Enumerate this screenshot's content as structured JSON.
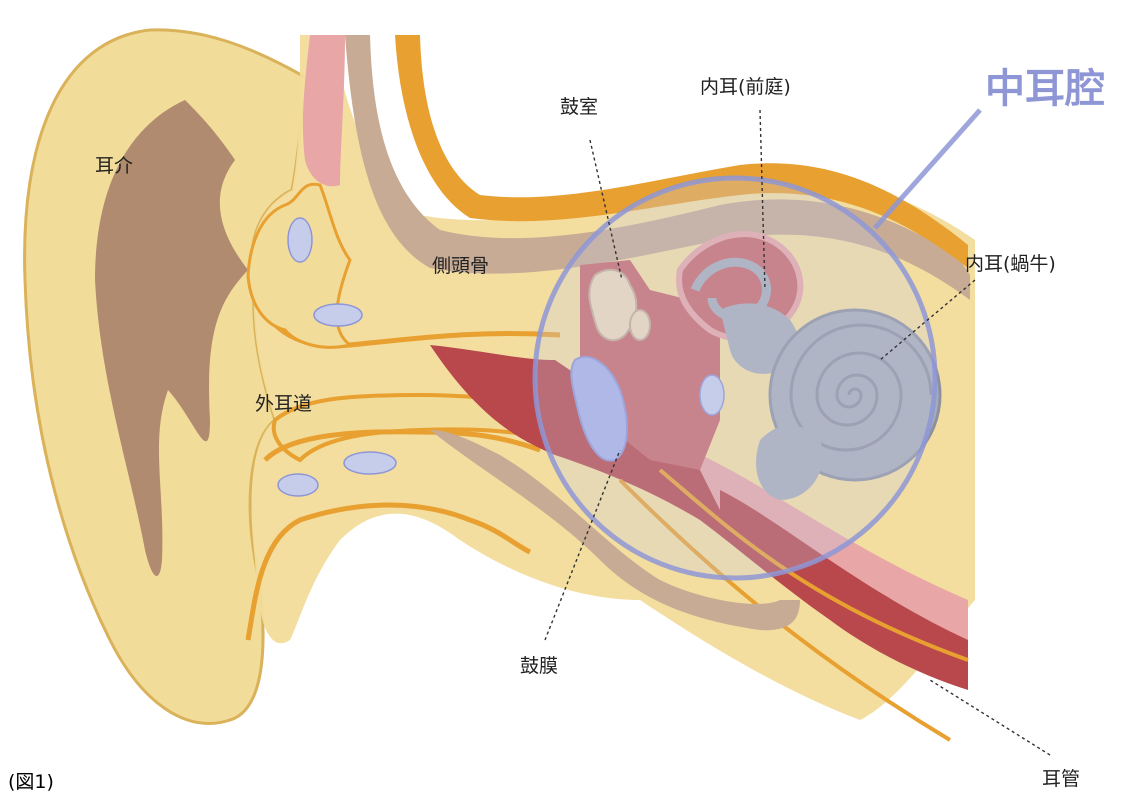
{
  "labels": {
    "auricle": "耳介",
    "external_canal": "外耳道",
    "temporal_bone": "側頭骨",
    "tympanic_cavity": "鼓室",
    "inner_ear_vestibule": "内耳(前庭)",
    "middle_ear_cavity": "中耳腔",
    "inner_ear_cochlea": "内耳(蝸牛)",
    "eardrum": "鼓膜",
    "eustachian_tube": "耳管"
  },
  "caption": "(図1)",
  "colors": {
    "skin": "#f2dc9a",
    "skin_outline": "#d9b25a",
    "cartilage": "#a8826a",
    "bone_orange": "#e8a030",
    "bone_gray": "#c7ab94",
    "pink": "#e8a6a6",
    "dark_red": "#b8484c",
    "red_mid": "#c96868",
    "light_blue": "#c6cdeb",
    "cochlea_gray": "#a8acb8",
    "middle_ear_circle": "#8e96d6",
    "middle_ear_title": "#8e96d6"
  }
}
